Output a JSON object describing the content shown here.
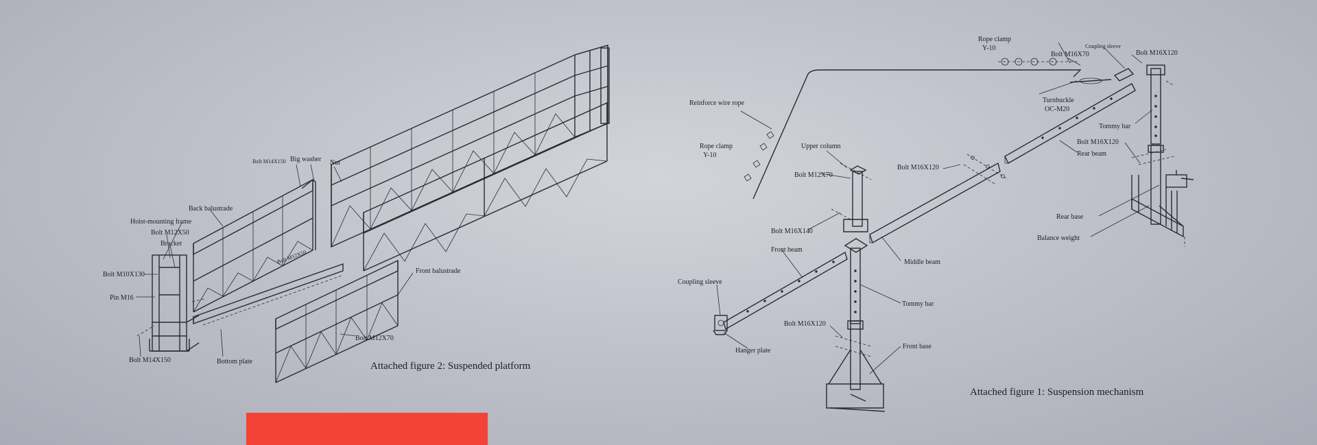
{
  "platform": {
    "caption": "Attached figure 2: Suspended platform",
    "labels": {
      "bolt_m14x150_top": "Bolt M14X150",
      "big_washer": "Big washer",
      "nut": "Nut",
      "back_balustrade": "Back balustrade",
      "hoist_mounting_frame": "Hoist-mounting frame",
      "bolt_m12x50": "Bolt M12X50",
      "bracket": "Bracket",
      "bolt_m10x130": "Bolt M10X130",
      "pin_m16": "Pin  M16",
      "bolt_m14x150_bottom": "Bolt M14X150",
      "bottom_plate": "Bottom plate",
      "bolt_m12x70": "Bolt M12X70",
      "front_balustrade": "Front balustrade",
      "bolt_small": "Bolt M12X50"
    }
  },
  "suspension": {
    "caption": "Attached figure 1: Suspension mechanism",
    "labels": {
      "rope_clamp_top": "Rope clamp",
      "rope_clamp_top_spec": "Y-10",
      "coupling_sleeve_top": "Coupling sleeve",
      "bolt_m16x70": "Bolt M16X70",
      "bolt_m16x120_top": "Bolt M16X120",
      "turnbuckle": "Turnbuckle",
      "turnbuckle_spec": "OC-M20",
      "tommy_bar_top": "Tommy bar",
      "bolt_m16x120_right": "Bolt M16X120",
      "rear_beam": "Rear beam",
      "reinforce_wire_rope": "Reinforce wire rope",
      "rope_clamp_left": "Rope clamp",
      "rope_clamp_left_spec": "Y-10",
      "upper_column": "Upper column",
      "bolt_m12x70": "Bolt M12X70",
      "bolt_m16x120_mid": "Bolt M16X120",
      "bolt_m16x140": "Bolt M16X140",
      "rear_base": "Rear base",
      "balance_weight": "Balance weight",
      "front_beam": "Front beam",
      "middle_beam": "Middle beam",
      "coupling_sleeve_left": "Coupling sleeve",
      "tommy_bar_mid": "Tommy bar",
      "bolt_m16x120_bottom": "Bolt M16X120",
      "hanger_plate": "Hanger plate",
      "front_base": "Front base"
    }
  },
  "colors": {
    "background": "#c4c6ce",
    "linework": "#2a2a30",
    "red_block": "#f44336"
  }
}
